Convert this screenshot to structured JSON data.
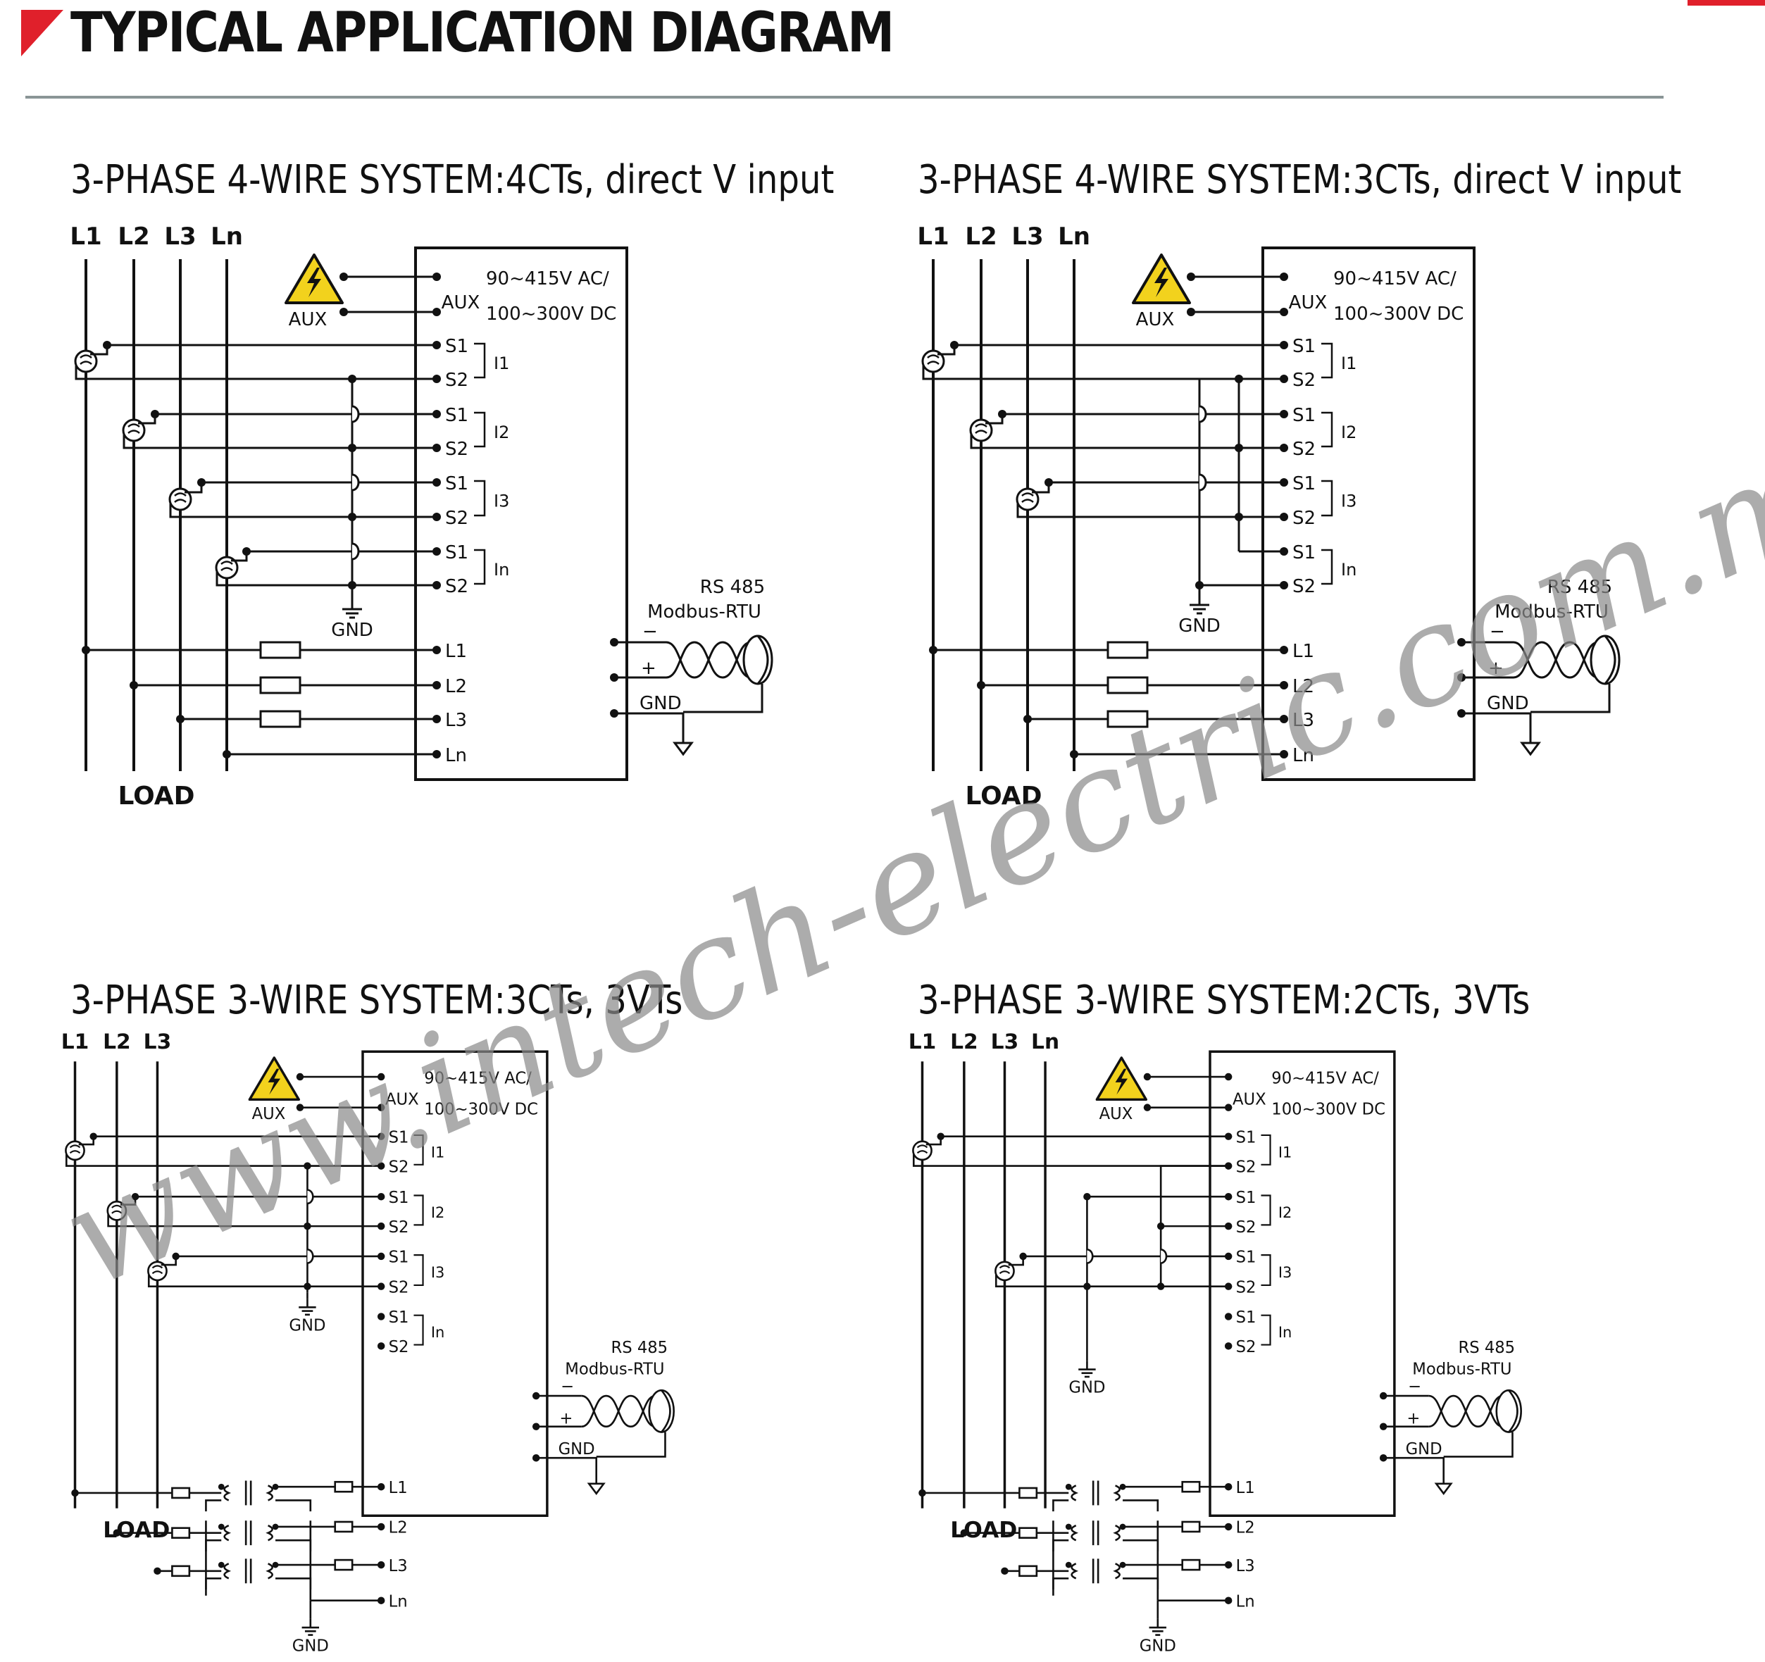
{
  "header": {
    "title": "TYPICAL APPLICATION DIAGRAM",
    "accent_color": "#e0202b",
    "rule_color": "#8a9596"
  },
  "watermark": {
    "text": "www.intech-electric.com.my"
  },
  "labels": {
    "aux": "AUX",
    "supply_ac": "90~415V AC/",
    "supply_dc": "100~300V DC",
    "s1": "S1",
    "s2": "S2",
    "i1": "I1",
    "i2": "I2",
    "i3": "I3",
    "in": "In",
    "v_l1": "L1",
    "v_l2": "L2",
    "v_l3": "L3",
    "v_ln": "Ln",
    "gnd": "GND",
    "load": "LOAD",
    "rs485": "RS 485",
    "modbus": "Modbus-RTU",
    "minus": "−",
    "plus": "+",
    "comm_gnd": "GND",
    "warning_icon": "high-voltage-warning-icon"
  },
  "panels": [
    {
      "title": "3-PHASE 4-WIRE SYSTEM:4CTs, direct V input",
      "lines": [
        "L1",
        "L2",
        "L3",
        "Ln"
      ]
    },
    {
      "title": "3-PHASE 4-WIRE SYSTEM:3CTs, direct V input",
      "lines": [
        "L1",
        "L2",
        "L3",
        "Ln"
      ]
    },
    {
      "title": "3-PHASE 3-WIRE SYSTEM:3CTs, 3VTs",
      "lines": [
        "L1",
        "L2",
        "L3"
      ]
    },
    {
      "title": "3-PHASE 3-WIRE SYSTEM:2CTs, 3VTs",
      "lines": [
        "L1",
        "L2",
        "L3",
        "Ln"
      ]
    }
  ]
}
